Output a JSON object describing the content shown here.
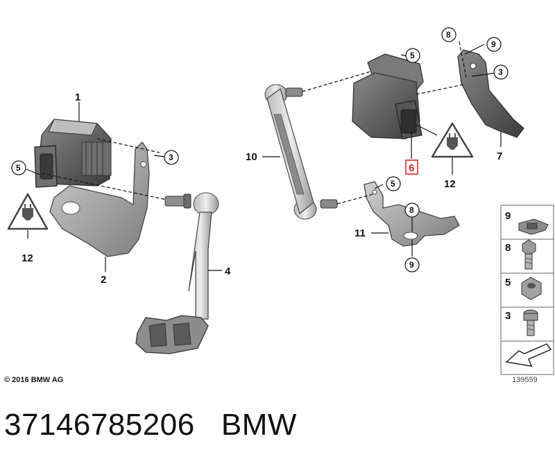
{
  "callouts": {
    "p1": "1",
    "p2": "2",
    "p3": "3",
    "p4": "4",
    "p5": "5",
    "p6": "6",
    "p7": "7",
    "p8": "8",
    "p9": "9",
    "p10": "10",
    "p11": "11",
    "p12": "12"
  },
  "legend": [
    {
      "number": "9",
      "icon": "clip-nut-icon"
    },
    {
      "number": "8",
      "icon": "hex-bolt-icon"
    },
    {
      "number": "5",
      "icon": "hex-nut-icon"
    },
    {
      "number": "3",
      "icon": "socket-screw-icon"
    }
  ],
  "copyright": "© 2016 BMW AG",
  "diagram_id": "139559",
  "part_number": "37146785206",
  "brand": "BMW",
  "colors": {
    "highlight": "#d9262b",
    "part_fill": "#9a9a9a",
    "part_dark": "#555555"
  }
}
